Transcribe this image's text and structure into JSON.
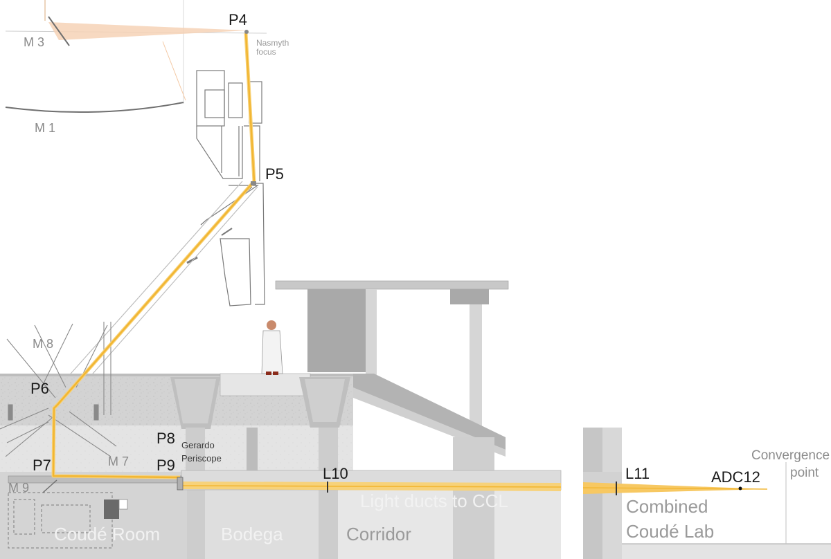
{
  "labels": {
    "p4": "P4",
    "p5": "P5",
    "p6": "P6",
    "p7": "P7",
    "p8": "P8",
    "p9": "P9",
    "l10": "L10",
    "l11": "L11",
    "adc12": "ADC12",
    "m1": "M 1",
    "m3": "M 3",
    "m7": "M 7",
    "m8": "M 8",
    "m9": "M 9",
    "nasmyth_line1": "Nasmyth",
    "nasmyth_line2": "focus",
    "gerardo_line1": "Gerardo",
    "gerardo_line2": "Periscope",
    "convergence_line1": "Convergence",
    "convergence_line2": "point",
    "light_ducts": "Light ducts to CCL",
    "coude_room": "Coudé Room",
    "bodega": "Bodega",
    "corridor": "Corridor",
    "combined_line1": "Combined",
    "combined_line2": "Coudé Lab"
  },
  "colors": {
    "beam": "#f2b632",
    "beam_light": "#f7d27a",
    "concrete": "#c9c9c9",
    "concrete_dark": "#9e9e9e",
    "concrete_light": "#e2e2e2",
    "line": "#6f6f6f"
  }
}
